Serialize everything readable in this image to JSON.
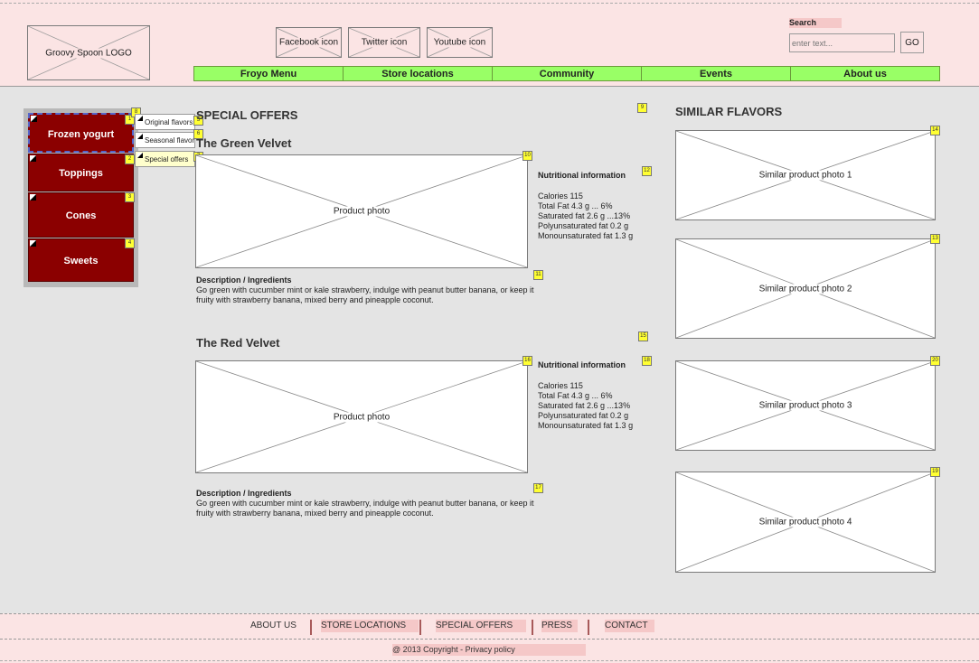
{
  "header": {
    "logo": "Groovy Spoon LOGO",
    "social": [
      "Facebook icon",
      "Twitter icon",
      "Youtube icon"
    ],
    "search_label": "Search",
    "search_placeholder": "enter text...",
    "search_button": "GO"
  },
  "nav": [
    "Froyo Menu",
    "Store locations",
    "Community",
    "Events",
    "About us"
  ],
  "sidebar": {
    "items": [
      {
        "label": "Frozen yogurt",
        "note": "1"
      },
      {
        "label": "Toppings",
        "note": "2"
      },
      {
        "label": "Cones",
        "note": "3"
      },
      {
        "label": "Sweets",
        "note": "4"
      }
    ],
    "sidebar_note": "8",
    "flyout": [
      {
        "label": "Original flavors",
        "note": "5"
      },
      {
        "label": "Seasonal flavors",
        "note": "6"
      },
      {
        "label": "Special offers",
        "note": "7"
      }
    ]
  },
  "main": {
    "title": "SPECIAL OFFERS",
    "title_note": "9",
    "products": [
      {
        "name": "The Green Velvet",
        "photo": "Product photo",
        "photo_note": "10",
        "nutrition_title": "Nutritional information",
        "nutrition_note": "12",
        "nutrition": [
          "Calories 115",
          "Total Fat 4.3 g ... 6%",
          "Saturated fat 2.6 g ...13%",
          "Polyunsaturated fat 0.2 g",
          "Monounsaturated fat 1.3 g"
        ],
        "desc_title": "Description / Ingredients",
        "desc_note": "11",
        "desc": "Go green with cucumber mint or kale strawberry, indulge with peanut butter banana, or keep it fruity with strawberry banana, mixed berry and pineapple coconut."
      },
      {
        "name": "The Red Velvet",
        "name_note": "15",
        "photo": "Product photo",
        "photo_note": "16",
        "nutrition_title": "Nutritional information",
        "nutrition_note": "18",
        "nutrition": [
          "Calories 115",
          "Total Fat 4.3 g ... 6%",
          "Saturated fat 2.6 g ...13%",
          "Polyunsaturated fat 0.2 g",
          "Monounsaturated fat 1.3 g"
        ],
        "desc_title": "Description / Ingredients",
        "desc_note": "17",
        "desc": "Go green with cucumber mint or kale strawberry, indulge with peanut butter banana, or keep it fruity with strawberry banana, mixed berry and pineapple coconut."
      }
    ]
  },
  "similar": {
    "title": "SIMILAR FLAVORS",
    "items": [
      {
        "label": "Similar product photo 1",
        "note": "14"
      },
      {
        "label": "Similar product photo 2",
        "note": "13"
      },
      {
        "label": "Similar product photo 3",
        "note": "20"
      },
      {
        "label": "Similar product photo 4",
        "note": "19"
      }
    ]
  },
  "footer": {
    "links": [
      "ABOUT US",
      "STORE LOCATIONS",
      "SPECIAL OFFERS",
      "PRESS",
      "CONTACT"
    ],
    "copyright": "@ 2013 Copyright - Privacy policy"
  },
  "colors": {
    "header_bg": "#fbe4e4",
    "nav_bg": "#99ff66",
    "sidebar_btn": "#8b0000",
    "note_bg": "#ffff33",
    "page_bg": "#e4e4e4"
  }
}
